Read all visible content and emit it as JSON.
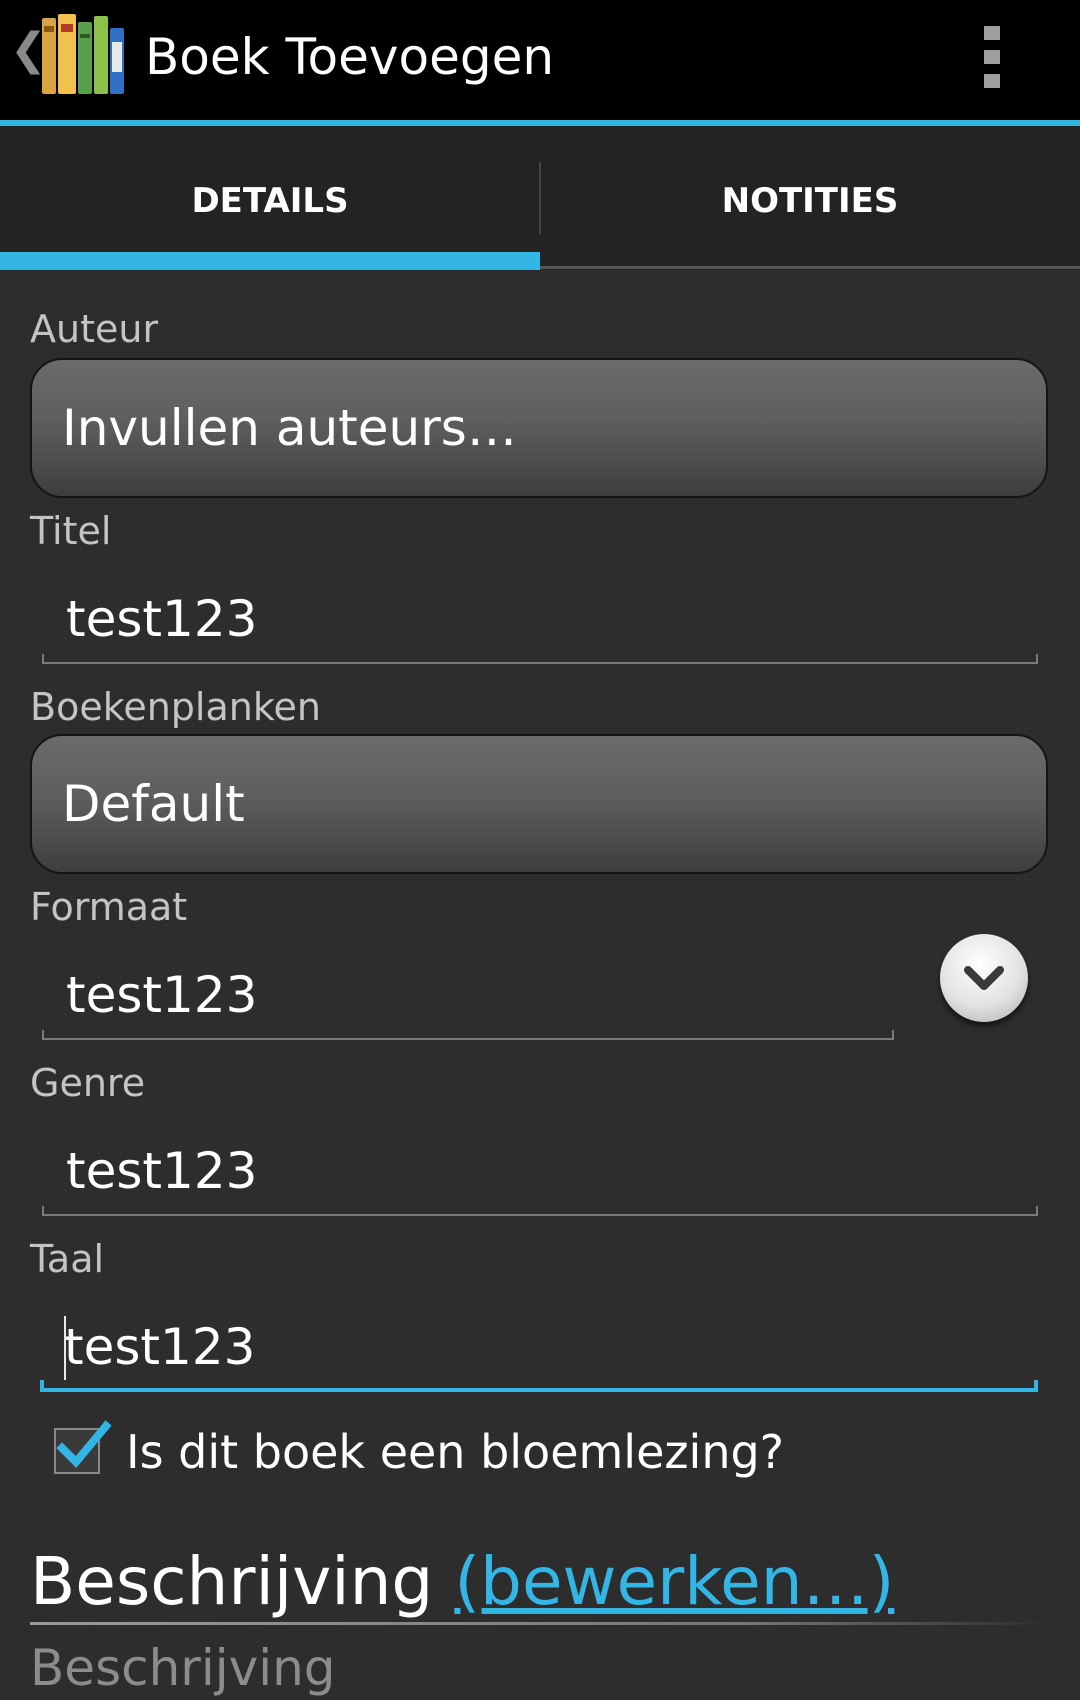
{
  "actionbar": {
    "title": "Boek Toevoegen",
    "up_icon": "chevron-left-icon",
    "app_icon": "books-icon",
    "overflow_icon": "overflow-menu-icon"
  },
  "tabs": [
    {
      "label": "DETAILS",
      "selected": true
    },
    {
      "label": "NOTITIES",
      "selected": false
    }
  ],
  "form": {
    "author": {
      "label": "Auteur",
      "button_text": "Invullen auteurs…"
    },
    "title": {
      "label": "Titel",
      "value": "test123"
    },
    "bookshelves": {
      "label": "Boekenplanken",
      "button_text": "Default"
    },
    "format": {
      "label": "Formaat",
      "value": "test123",
      "dropdown_icon": "chevron-down-icon"
    },
    "genre": {
      "label": "Genre",
      "value": "test123"
    },
    "language": {
      "label": "Taal",
      "value": "test123",
      "focused": true
    },
    "anthology": {
      "label": "Is dit boek een bloemlezing?",
      "checked": true
    }
  },
  "description": {
    "heading": "Beschrijving",
    "edit_link": "(bewerken…)",
    "placeholder": "Beschrijving"
  },
  "colors": {
    "accent": "#33b5e5",
    "background": "#2d2d2d",
    "actionbar": "#000000"
  }
}
